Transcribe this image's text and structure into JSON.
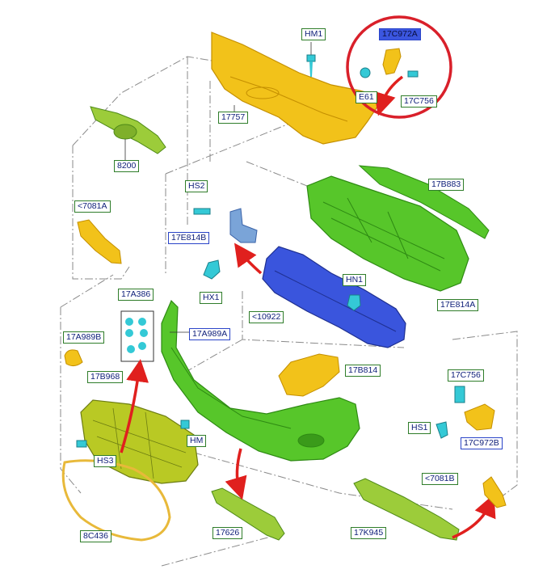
{
  "colors": {
    "yellow_part": "#f2c21a",
    "green_part": "#57c62a",
    "lime_part": "#9ccc3a",
    "blue_part": "#3a55dd",
    "cyan_fastener": "#34c9d6",
    "arrow_red": "#e0201e",
    "highlight_circle": "#d9202a"
  },
  "labels": {
    "hm1_top": "HM1",
    "c972a_top": "17C972A",
    "e61": "E61",
    "c756_top": "17C756",
    "p17757": "17757",
    "p8200": "8200",
    "p17b883": "17B883",
    "p7081a": "<7081A",
    "hs2": "HS2",
    "p17e814b": "17E814B",
    "hx1": "HX1",
    "hn1": "HN1",
    "p17e814a": "17E814A",
    "p10922": "<10922",
    "p17a386": "17A386",
    "p17a989b": "17A989B",
    "p17a989a": "17A989A",
    "p17b968": "17B968",
    "p17b814": "17B814",
    "c756_right": "17C756",
    "hs1": "HS1",
    "c972b": "17C972B",
    "hm_bottom": "HM",
    "hs3": "HS3",
    "p7081b": "<7081B",
    "p8c436": "8C436",
    "p17626": "17626",
    "p17k945": "17K945"
  }
}
